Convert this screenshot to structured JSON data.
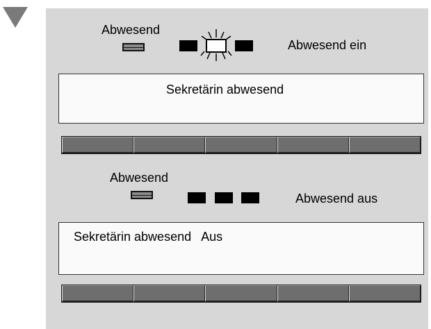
{
  "section_on": {
    "key_label": "Abwesend",
    "status_text": "Abwesend ein",
    "display_text": "Sekretärin abwesend"
  },
  "section_off": {
    "key_label": "Abwesend",
    "status_text": "Abwesend aus",
    "display_text": "Sekretärin abwesend   Aus"
  },
  "softkeys_count": 5,
  "colors": {
    "panel": "#d7d7d7",
    "display": "#fafafa",
    "led_off": "#000000",
    "softkey": "#777777"
  }
}
